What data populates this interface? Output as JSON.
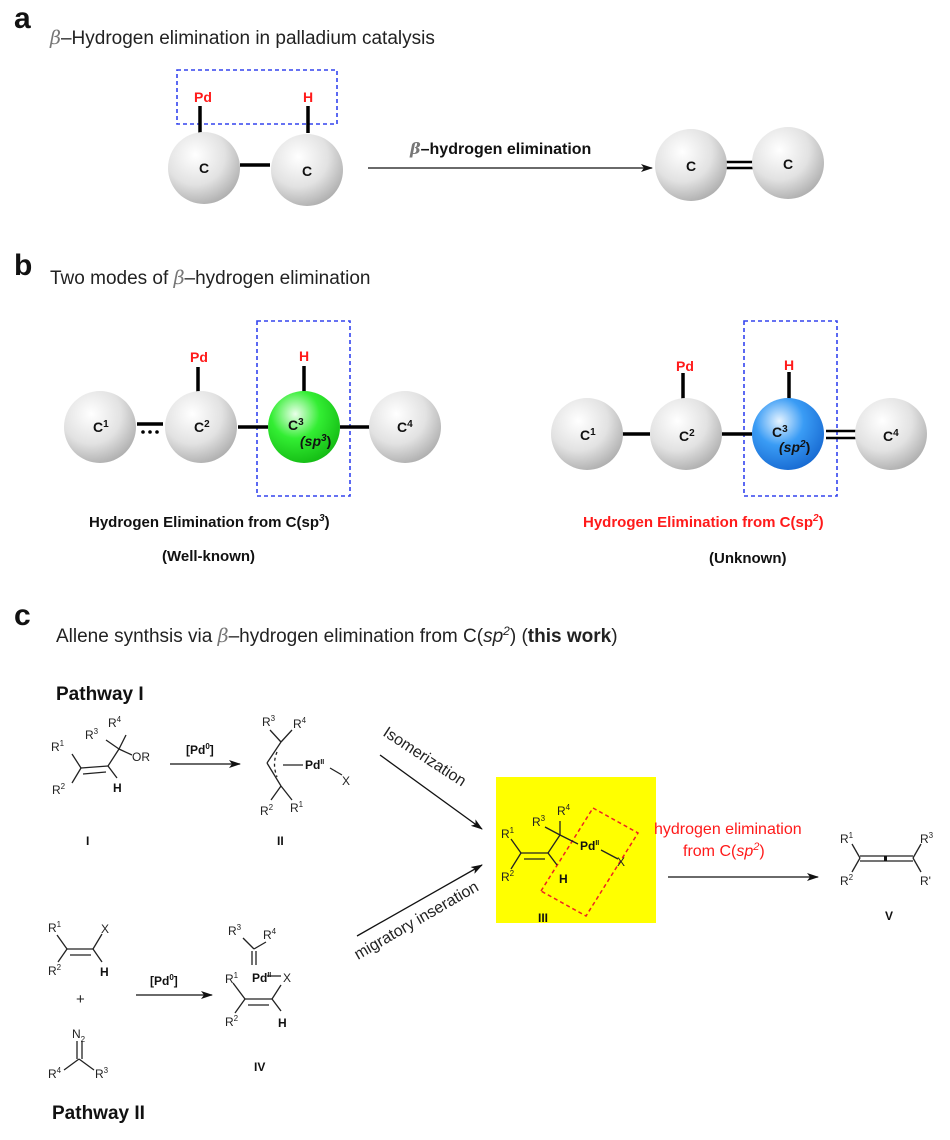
{
  "colors": {
    "accent_red": "#ff1a1a",
    "dash_box_blue": "#3344ee",
    "sp3_atom_green": "#22dd22",
    "sp2_atom_blue": "#2a8ef0",
    "carbon_grey": "#d8d8d8",
    "highlight_yellow": "#ffff00"
  },
  "panel_a": {
    "letter": "a",
    "beta": "β",
    "title": "–Hydrogen elimination in palladium catalysis",
    "reactant": {
      "atom1": "C",
      "atom2": "C",
      "substituent1": "Pd",
      "substituent2": "H"
    },
    "arrow_beta": "β",
    "arrow_label": "–hydrogen elimination",
    "product": {
      "atom1": "C",
      "atom2": "C"
    }
  },
  "panel_b": {
    "letter": "b",
    "title_pre": "Two modes of ",
    "beta": "β",
    "title_post": "–hydrogen elimination",
    "left": {
      "atoms": [
        "C",
        "C",
        "C",
        "C"
      ],
      "atom_sups": [
        "1",
        "2",
        "3",
        "4"
      ],
      "hybrid": "(sp",
      "hybrid_sup": "3",
      "hybrid_close": ")",
      "pd": "Pd",
      "h": "H",
      "caption": "Hydrogen Elimination from C(sp",
      "caption_sup": "3",
      "caption_close": ")",
      "status": "(Well-known)"
    },
    "right": {
      "atoms": [
        "C",
        "C",
        "C",
        "C"
      ],
      "atom_sups": [
        "1",
        "2",
        "3",
        "4"
      ],
      "hybrid": "(sp",
      "hybrid_sup": "2",
      "hybrid_close": ")",
      "pd": "Pd",
      "h": "H",
      "caption": "Hydrogen Elimination from C(sp",
      "caption_sup": "2",
      "caption_close": ")",
      "status": "(Unknown)"
    }
  },
  "panel_c": {
    "letter": "c",
    "title_pre": "Allene synthsis via ",
    "beta": "β",
    "title_mid": "–hydrogen elimination from C(",
    "title_sp": "sp",
    "title_sup": "2",
    "title_close": ") (",
    "title_bold": "this work",
    "title_end": ")",
    "pathway1": "Pathway I",
    "pathway2": "Pathway II",
    "catalyst": "[Pd",
    "catalyst_sup": "0",
    "catalyst_close": "]",
    "isomerization": "Isomerization",
    "migratory": "migratory inseration",
    "elim_line1": "hydrogen elimination",
    "elim_line2_pre": "from C(",
    "elim_line2_sp": "sp",
    "elim_line2_sup": "2",
    "elim_line2_close": ")",
    "labels": {
      "I": "I",
      "II": "II",
      "III": "III",
      "IV": "IV",
      "V": "V"
    },
    "groups": {
      "R": "R",
      "OR": "OR",
      "H": "H",
      "X": "X",
      "Pd": "Pd",
      "Pd_ox": "II",
      "N": "N",
      "N_sub": "2",
      "plus": "+",
      "R_prime": "R'",
      "s1": "1",
      "s2": "2",
      "s3": "3",
      "s4": "4"
    }
  }
}
